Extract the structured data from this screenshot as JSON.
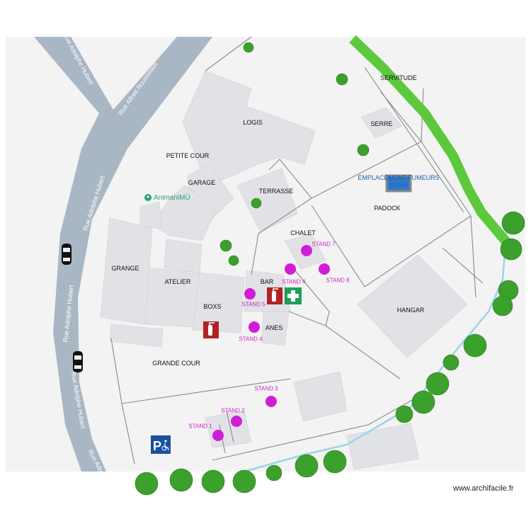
{
  "map": {
    "watermark": "www.archifacile.fr",
    "poi_label": "AnimaniMÜ",
    "streets": [
      {
        "id": "adolphe-top",
        "name": "Rue Adolphe Hubert"
      },
      {
        "id": "alfred",
        "name": "Rue Alfred Rousseaux"
      },
      {
        "id": "adolphe-mid",
        "name": "Rue Adolphe Hubert"
      },
      {
        "id": "adolphe-left",
        "name": "Rue Adolphe Hubert"
      },
      {
        "id": "adolphe-bottom",
        "name": "Rue Adolphe Hubert"
      },
      {
        "id": "adolphe-corner",
        "name": "Rue Ado"
      }
    ],
    "zones": {
      "logis": "LOGIS",
      "petite_cour": "PETITE COUR",
      "garage": "GARAGE",
      "terrasse": "TERRASSE",
      "servitude": "SERVITUDE",
      "serre": "SERRE",
      "padock": "PADOCK",
      "chalet": "CHALET",
      "grange": "GRANGE",
      "atelier": "ATELIER",
      "boxs": "BOXS",
      "bar": "BAR",
      "anes": "ANES",
      "hangar": "HANGAR",
      "grande_cour": "GRANDE COUR"
    },
    "smoking_area": {
      "label": "EMPLACEMENT FUMEURS",
      "area": "11.03 m²"
    },
    "stands": [
      {
        "id": "stand-7",
        "label": "STAND 7"
      },
      {
        "id": "stand-6",
        "label": "STAND 6"
      },
      {
        "id": "stand-8",
        "label": "STAND 8"
      },
      {
        "id": "stand-5",
        "label": "STAND 5"
      },
      {
        "id": "stand-4",
        "label": "STAND 4"
      },
      {
        "id": "stand-3",
        "label": "STAND 3"
      },
      {
        "id": "stand-2",
        "label": "STAND 2"
      },
      {
        "id": "stand-1",
        "label": "STAND 1"
      }
    ],
    "icons": [
      "fire-extinguisher-icon",
      "first-aid-icon",
      "disabled-parking-icon",
      "car-icon",
      "tree-icon"
    ],
    "colors": {
      "road": "#a9b6c4",
      "ground": "#f3f3f3",
      "building": "#e1e2e6",
      "stand": "#d11ed6",
      "hedge": "#5cc93c",
      "stream": "#9ad3ea",
      "tree": "#3ca02c",
      "extinguisher": "#b22222",
      "first_aid": "#1e9e5a",
      "parking": "#1a4fa0",
      "smoking_box": "#2f78c8"
    }
  }
}
